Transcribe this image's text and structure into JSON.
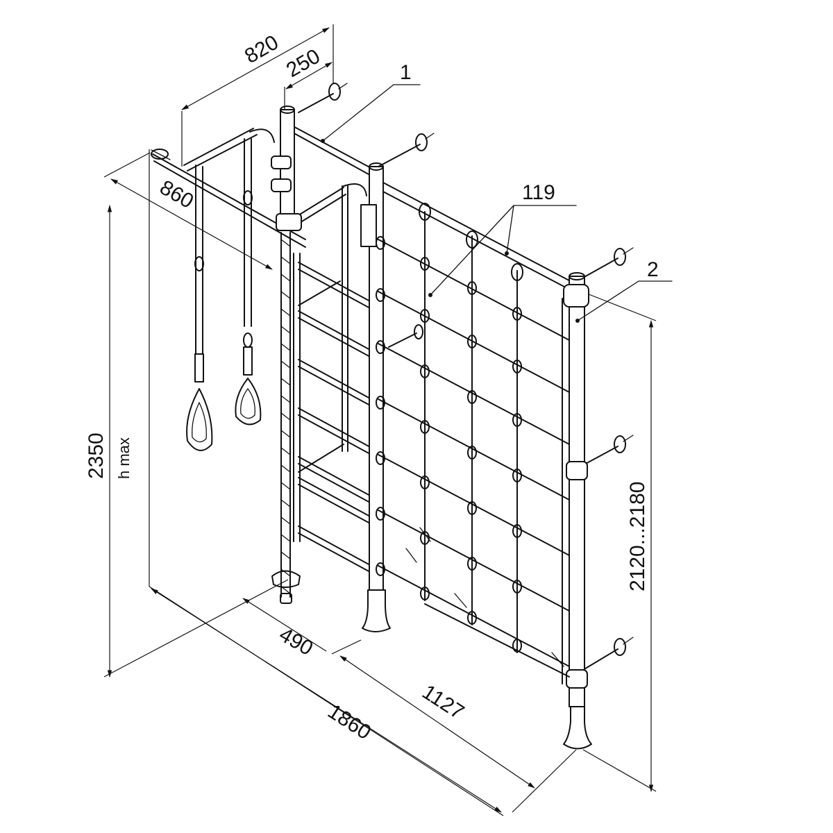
{
  "dimensions": {
    "d820": "820",
    "d250": "250",
    "d860": "860",
    "d2350": "2350",
    "hmax": "h max",
    "d490": "490",
    "d1127": "1127",
    "d1860": "1860",
    "d2120": "2120...2180"
  },
  "callouts": {
    "c1": "1",
    "c119": "119",
    "c2": "2"
  }
}
